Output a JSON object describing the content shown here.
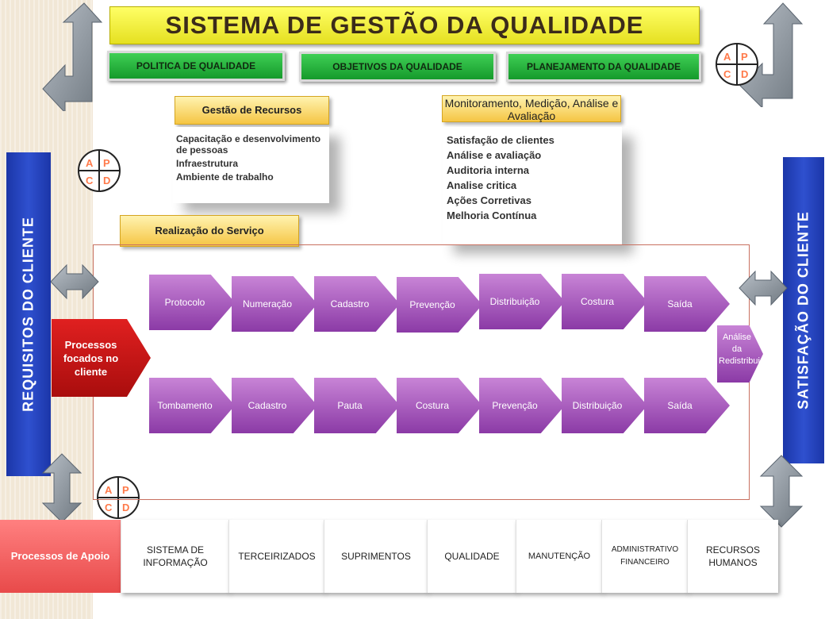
{
  "title": "SISTEMA DE GESTÃO DA QUALIDADE",
  "top_buttons": [
    "POLITICA DE QUALIDADE",
    "OBJETIVOS DA QUALIDADE",
    "PLANEJAMENTO DA QUALIDADE"
  ],
  "gestao_recursos": {
    "title": "Gestão de Recursos",
    "items": [
      "Capacitação e desenvolvimento de pessoas",
      "Infraestrutura",
      "Ambiente de trabalho"
    ]
  },
  "monitoramento": {
    "title": "Monitoramento, Medição, Análise e Avaliação",
    "items": [
      "Satisfação de clientes",
      "Análise e avaliação",
      "Auditoria interna",
      "Analise critica",
      "Ações Corretivas",
      "Melhoria Contínua"
    ]
  },
  "realizacao": "Realização do Serviço",
  "left_bar": "REQUISITOS DO CLIENTE",
  "right_bar": "SATISFAÇÃO DO CLIENTE",
  "processos_focados": "Processos focados no cliente",
  "row1": [
    "Protocolo",
    "Numeração",
    "Cadastro",
    "Prevenção",
    "Distribuição",
    "Costura",
    "Saída"
  ],
  "row2": [
    "Tombamento",
    "Cadastro",
    "Pauta",
    "Costura",
    "Prevenção",
    "Distribuição",
    "Saída"
  ],
  "analise": "Análise da Redistribuição",
  "pdca": [
    "A",
    "P",
    "C",
    "D"
  ],
  "apoio": {
    "label": "Processos de Apoio",
    "items": [
      "SISTEMA DE INFORMAÇÃO",
      "TERCEIRIZADOS",
      "SUPRIMENTOS",
      "QUALIDADE",
      "MANUTENÇÃO",
      "ADMINISTRATIVO FINANCEIRO",
      "RECURSOS HUMANOS"
    ]
  },
  "colors": {
    "title_bg": "#f0ec30",
    "green": "#1fae3a",
    "blue": "#2340b8",
    "purple": "#a450bd",
    "red": "#c81414",
    "pink": "#f05a5a"
  }
}
